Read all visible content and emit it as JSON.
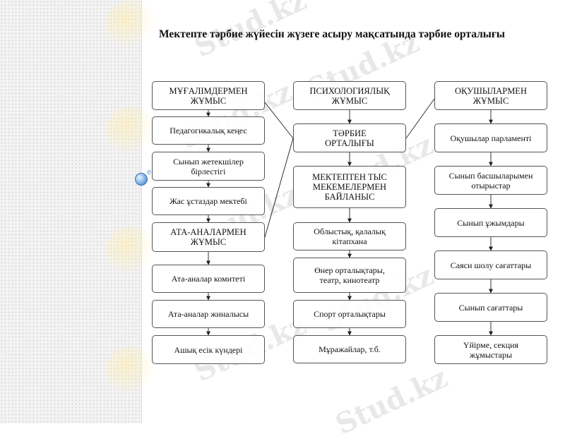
{
  "watermark": "Stud.kz",
  "side_label": "е",
  "title": "Мектепте тәрбие жүйесін жүзеге асыру мақсатында тәрбие орталығы",
  "columns": {
    "teachers": {
      "header": "МҰҒАЛІМДЕРМЕН\nЖҰМЫС",
      "items": [
        "Педагогикалық кеңес",
        "Сынып жетекшілер\nбірлестігі",
        "Жас ұстаздар мектебі"
      ]
    },
    "parents": {
      "header": "АТА-АНАЛАРМЕН\nЖҰМЫС",
      "items": [
        "Ата-аналар комитеті",
        "Ата-аналар жиналысы",
        "Ашық есік күндері"
      ]
    },
    "psych": {
      "header": "ПСИХОЛОГИЯЛЫҚ\nЖҰМЫС"
    },
    "center": {
      "header": "ТӘРБИЕ\nОРТАЛЫҒЫ"
    },
    "external": {
      "header": "МЕКТЕПТЕН ТЫС\nМЕКЕМЕЛЕРМЕН\nБАЙЛАНЫС",
      "items": [
        "Облыстық, қалалық\nкітапхана",
        "Өнер орталықтары,\nтеатр, кинотеатр",
        "Спорт орталықтары",
        "Мұражайлар, т.б."
      ]
    },
    "students": {
      "header": "ОҚУШЫЛАРМЕН\nЖҰМЫС",
      "items": [
        "Оқушылар парламенті",
        "Сынып басшыларымен\nотырыстар",
        "Сынып ұжымдары",
        "Саяси шолу сағаттары",
        "Сынып сағаттары",
        "Үйірме, секция\nжұмыстары"
      ]
    }
  }
}
